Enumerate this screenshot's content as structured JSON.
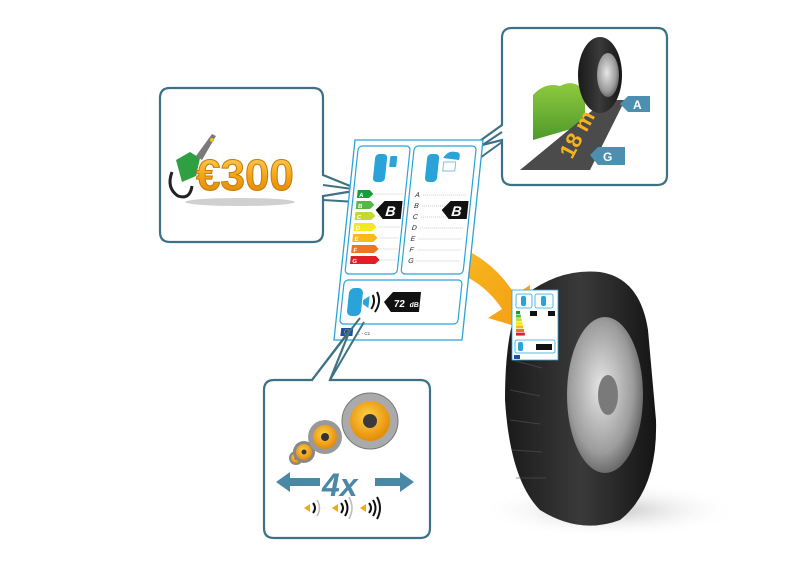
{
  "label": {
    "fuel_efficiency": {
      "classes": [
        "A",
        "B",
        "C",
        "D",
        "E",
        "F",
        "G"
      ],
      "rating": "B",
      "colors": [
        "#1a9a3a",
        "#55b847",
        "#c3d831",
        "#f5e81c",
        "#f9b91b",
        "#ef7521",
        "#e21d26"
      ]
    },
    "wet_grip": {
      "classes": [
        "A",
        "B",
        "C",
        "D",
        "E",
        "F",
        "G"
      ],
      "rating": "B"
    },
    "noise": {
      "value": "72",
      "unit": "dB"
    },
    "footer_code": "... - C1"
  },
  "callouts": {
    "fuel": {
      "amount": "€300"
    },
    "braking": {
      "distance": "18 m",
      "class_top": "A",
      "class_bottom": "G"
    },
    "noise": {
      "multiplier": "4x"
    }
  },
  "colors": {
    "callout_border": "#3d7183",
    "label_blue": "#2aa3d8",
    "arrow_orange": "#f4a81b",
    "coin_gold": "#f3a716",
    "road_yellow": "#f7b21c",
    "pointer_blue": "#4a88a6"
  }
}
